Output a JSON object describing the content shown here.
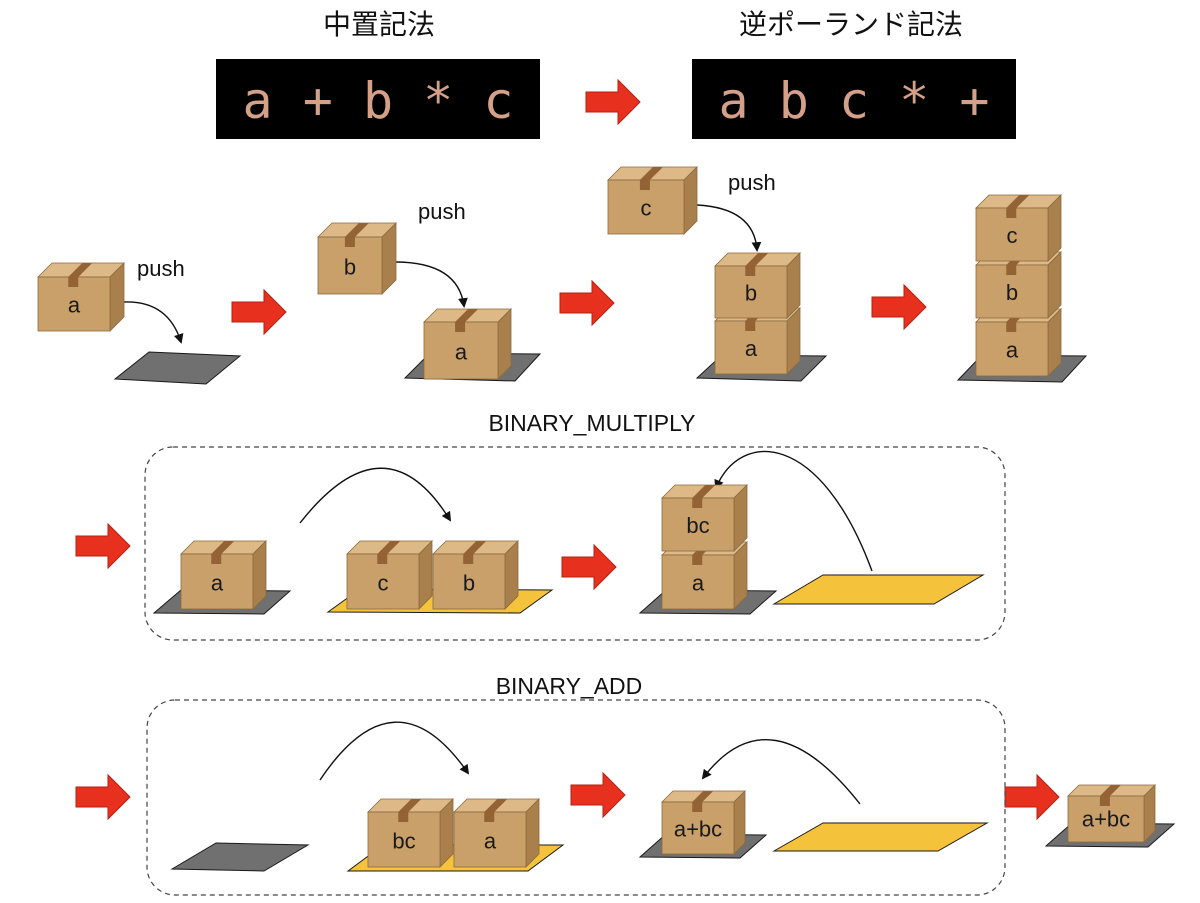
{
  "headings": {
    "infix": "中置記法",
    "rpn": "逆ポーランド記法"
  },
  "expressions": {
    "infix": "a + b * c",
    "rpn": "a b c * +"
  },
  "push_label": "push",
  "sections": {
    "multiply": "BINARY_MULTIPLY",
    "add": "BINARY_ADD"
  },
  "boxes": {
    "a": "a",
    "b": "b",
    "c": "c",
    "bc": "bc",
    "a_plus_bc": "a+bc"
  },
  "colors": {
    "code_bg": "#000000",
    "code_text": "#d4a088",
    "arrow": "#e8301f",
    "box_front": "#c9a06a",
    "box_top": "#dcb987",
    "box_side": "#a97f4c",
    "tape": "#946335",
    "platform_gray": "#707070",
    "platform_yellow": "#f5c23c"
  }
}
